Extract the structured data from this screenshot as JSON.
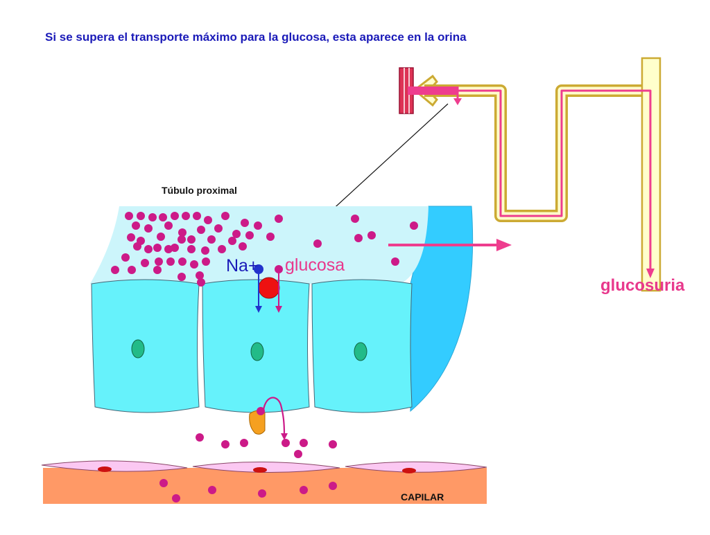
{
  "title": "Si se supera el transporte máximo para la glucosa, esta aparece en la orina",
  "labels": {
    "tubulo": "Túbulo proximal",
    "na": "Na+",
    "glucosa": "glucosa",
    "glucosuria": "glucosuria",
    "capilar": "CAPILAR"
  },
  "colors": {
    "title_text": "#1a1ab8",
    "lumen": "#ccf5fb",
    "lumen_wall": "#33ccff",
    "cell": "#66f2fb",
    "nucleus": "#22bb88",
    "particle": "#cc1a88",
    "sodium": "#2233cc",
    "transporter": "#ee1111",
    "basolateral_transporter": "#f5a020",
    "capillary": "#ff9966",
    "endothelium": "#fbc8f2",
    "glucose_arrow": "#ee3d8e",
    "tubule_outer": "#ccaa33",
    "tubule_inner": "#ffffcc",
    "glomerulus": "#dd3355"
  }
}
